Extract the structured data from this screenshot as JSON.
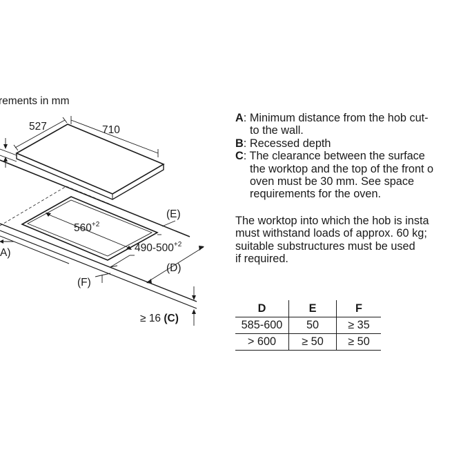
{
  "diagram": {
    "heading": "rements in mm",
    "dim_depth": "527",
    "dim_width": "710",
    "cutout_width": "560",
    "cutout_width_tol": "+2",
    "cutout_depth": "490-500",
    "cutout_depth_tol": "+2",
    "label_a": "A)",
    "label_d": "(D)",
    "label_e": "(E)",
    "label_f": "(F)",
    "label_c_prefix": "≥ 16 ",
    "label_c": "(C)"
  },
  "notes": {
    "a_key": "A",
    "a_line1": ": Minimum distance from the hob cut-",
    "a_line2": "to the wall.",
    "b_key": "B",
    "b_line1": ": Recessed depth",
    "c_key": "C",
    "c_line1": ": The clearance between the surface",
    "c_line2": "the worktop and the top of the front o",
    "c_line3": "oven must be 30 mm. See space",
    "c_line4": "requirements for the oven.",
    "worktop_line1": "The worktop into which the hob is insta",
    "worktop_line2": "must withstand loads of approx. 60 kg;",
    "worktop_line3": "suitable substructures must be used",
    "worktop_line4": "if required."
  },
  "table": {
    "headers": [
      "D",
      "E",
      "F"
    ],
    "rows": [
      [
        "585-600",
        "50",
        "≥ 35"
      ],
      [
        "> 600",
        "≥ 50",
        "≥ 50"
      ]
    ]
  }
}
